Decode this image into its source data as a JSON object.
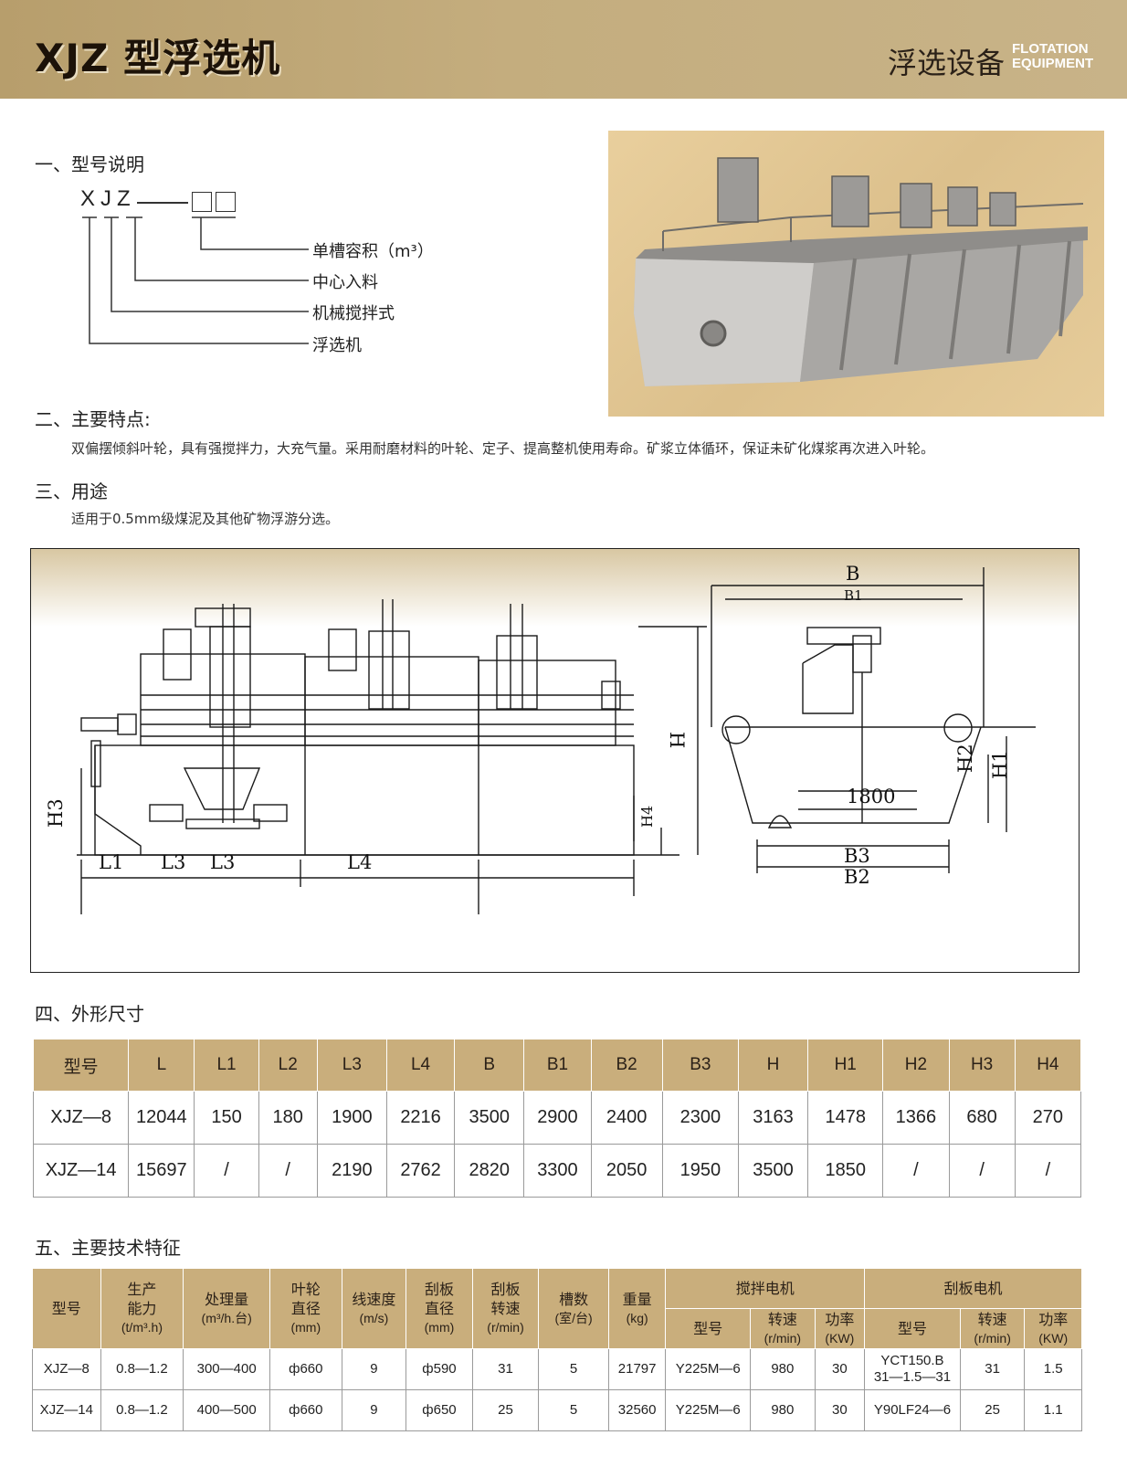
{
  "header": {
    "title": "XJZ 型浮选机",
    "category_cn": "浮选设备",
    "category_en_line1": "FLOTATION",
    "category_en_line2": "EQUIPMENT"
  },
  "section1": {
    "heading": "一、型号说明",
    "code": "XJZ",
    "legend": [
      "单槽容积（m³）",
      "中心入料",
      "机械搅拌式",
      "浮选机"
    ]
  },
  "section2": {
    "heading": "二、主要特点:",
    "text": "双偏摆倾斜叶轮，具有强搅拌力，大充气量。采用耐磨材料的叶轮、定子、提高整机使用寿命。矿浆立体循环，保证未矿化煤浆再次进入叶轮。"
  },
  "section3": {
    "heading": "三、用途",
    "text": "适用于0.5mm级煤泥及其他矿物浮游分选。"
  },
  "drawing": {
    "labels": [
      "B",
      "B1",
      "H",
      "H2",
      "H1",
      "1800",
      "B3",
      "B2",
      "H3",
      "H4",
      "L1",
      "L3",
      "L3",
      "L4"
    ]
  },
  "section4": {
    "heading": "四、外形尺寸",
    "headers": [
      "型号",
      "L",
      "L1",
      "L2",
      "L3",
      "L4",
      "B",
      "B1",
      "B2",
      "B3",
      "H",
      "H1",
      "H2",
      "H3",
      "H4"
    ],
    "rows": [
      [
        "XJZ—8",
        "12044",
        "150",
        "180",
        "1900",
        "2216",
        "3500",
        "2900",
        "2400",
        "2300",
        "3163",
        "1478",
        "1366",
        "680",
        "270"
      ],
      [
        "XJZ—14",
        "15697",
        "/",
        "/",
        "2190",
        "2762",
        "2820",
        "3300",
        "2050",
        "1950",
        "3500",
        "1850",
        "/",
        "/",
        "/"
      ]
    ]
  },
  "section5": {
    "heading": "五、主要技术特征",
    "headers": {
      "model": "型号",
      "capacity": [
        "生产",
        "能力",
        "(t/m³.h)"
      ],
      "throughput": [
        "处理量",
        "(m³/h.台)"
      ],
      "impeller": [
        "叶轮",
        "直径",
        "(mm)"
      ],
      "speed": [
        "线速度",
        "(m/s)"
      ],
      "scraper_dia": [
        "刮板",
        "直径",
        "(mm)"
      ],
      "scraper_speed": [
        "刮板",
        "转速",
        "(r/min)"
      ],
      "cells": [
        "槽数",
        "(室/台)"
      ],
      "weight": [
        "重量",
        "(kg)"
      ],
      "mixer_motor": "搅拌电机",
      "scraper_motor": "刮板电机",
      "sub_model": "型号",
      "sub_speed": [
        "转速",
        "(r/min)"
      ],
      "sub_power": [
        "功率",
        "(KW)"
      ]
    },
    "rows": [
      {
        "model": "XJZ—8",
        "capacity": "0.8—1.2",
        "throughput": "300—400",
        "impeller": "ф660",
        "speed": "9",
        "scraper_dia": "ф590",
        "scraper_speed": "31",
        "cells": "5",
        "weight": "21797",
        "m_model": "Y225M—6",
        "m_speed": "980",
        "m_power": "30",
        "s_model_1": "YCT150.B",
        "s_model_2": "31—1.5—31",
        "s_speed": "31",
        "s_power": "1.5"
      },
      {
        "model": "XJZ—14",
        "capacity": "0.8—1.2",
        "throughput": "400—500",
        "impeller": "ф660",
        "speed": "9",
        "scraper_dia": "ф650",
        "scraper_speed": "25",
        "cells": "5",
        "weight": "32560",
        "m_model": "Y225M—6",
        "m_speed": "980",
        "m_power": "30",
        "s_model_1": "Y90LF24—6",
        "s_model_2": "",
        "s_speed": "25",
        "s_power": "1.1"
      }
    ]
  }
}
